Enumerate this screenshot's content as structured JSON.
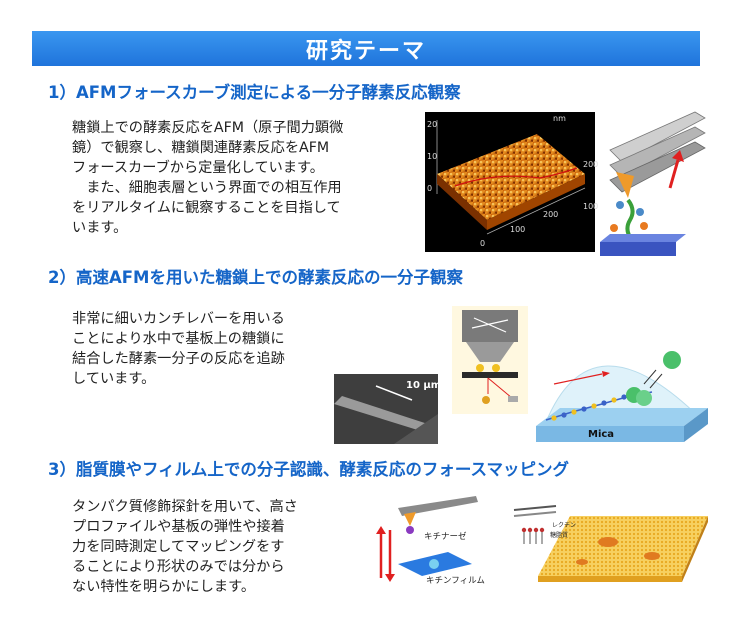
{
  "banner": {
    "title": "研究テーマ"
  },
  "section1": {
    "heading": "1）AFMフォースカーブ測定による一分子酵素反応観察",
    "paragraph": [
      "糖鎖上での酵素反応をAFM（原子間力顕微",
      "鏡）で観察し、糖鎖関連酵素反応をAFM",
      "フォースカーブから定量化しています。",
      "　また、細胞表層という界面での相互作用",
      "をリアルタイムに観察することを目指して",
      "います。"
    ],
    "afm_image": {
      "unit": "nm",
      "z_ticks": [
        "20",
        "10",
        "0"
      ],
      "x_ticks": [
        "0",
        "100",
        "200"
      ],
      "y_ticks": [
        "200",
        "100"
      ]
    }
  },
  "section2": {
    "heading": "2）高速AFMを用いた糖鎖上での酵素反応の一分子観察",
    "paragraph": [
      "非常に細いカンチレバーを用いる",
      "ことにより水中で基板上の糖鎖に",
      "結合した酵素一分子の反応を追跡",
      "しています。"
    ],
    "sem_scale": "10 μm",
    "mica_label": "Mica"
  },
  "section3": {
    "heading": "3）脂質膜やフィルム上での分子認識、酵素反応のフォースマッピング",
    "paragraph": [
      "タンパク質修飾探針を用いて、高さ",
      "プロファイルや基板の弾性や接着",
      "力を同時測定してマッピングをす",
      "ることにより形状のみでは分から",
      "ない特性を明らかにします。"
    ],
    "chitinase_label": "キチナーゼ",
    "chitin_film_label": "キチンフィルム",
    "lectin_label": "レクチン",
    "sugar_label": "糖脂質"
  },
  "colors": {
    "banner": "#2a86e8",
    "heading": "#1565c8"
  }
}
